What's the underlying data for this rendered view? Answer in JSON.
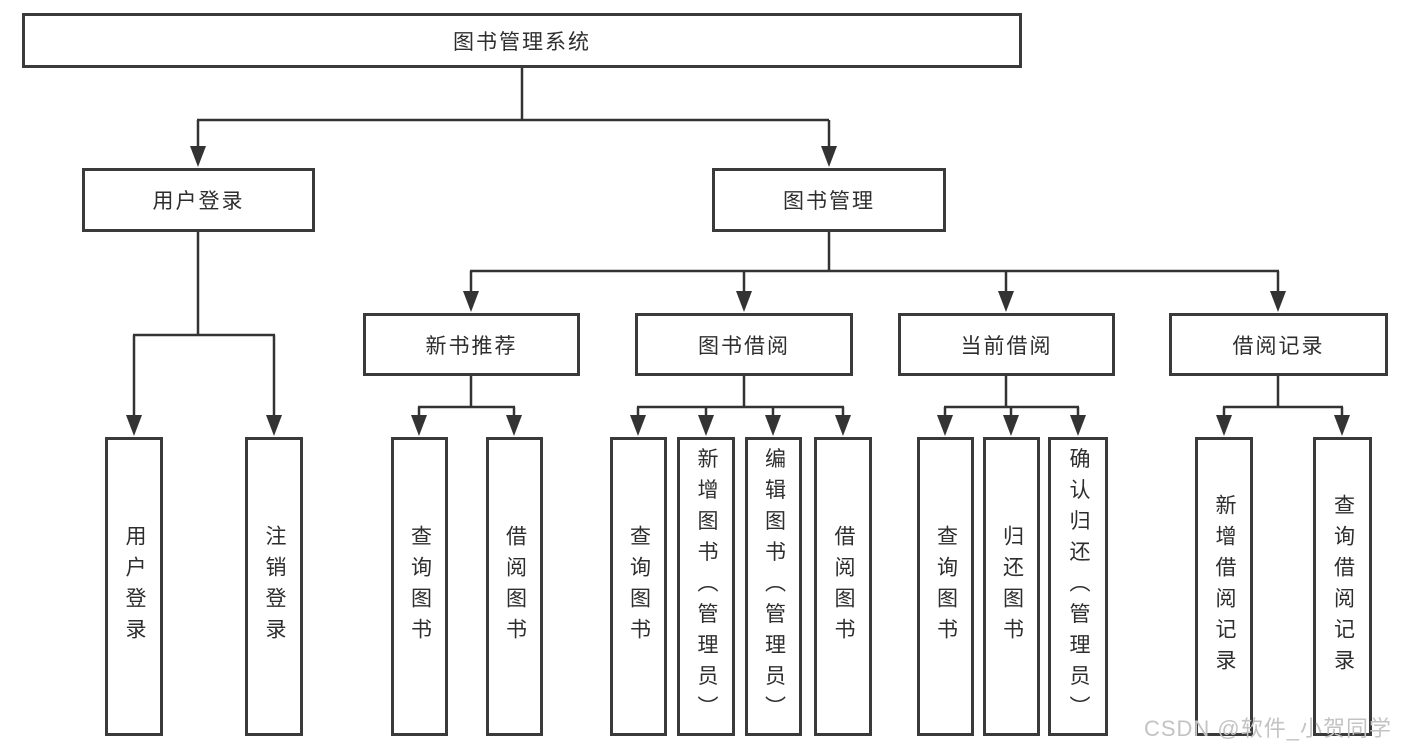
{
  "diagram": {
    "root": {
      "label": "图书管理系统"
    },
    "branches": [
      {
        "label": "用户登录",
        "children": [
          {
            "label": "用户登录"
          },
          {
            "label": "注销登录"
          }
        ]
      },
      {
        "label": "图书管理",
        "children": [
          {
            "label": "新书推荐",
            "children": [
              {
                "label": "查询图书"
              },
              {
                "label": "借阅图书"
              }
            ]
          },
          {
            "label": "图书借阅",
            "children": [
              {
                "label": "查询图书"
              },
              {
                "label": "新增图书（管理员）"
              },
              {
                "label": "编辑图书（管理员）"
              },
              {
                "label": "借阅图书"
              }
            ]
          },
          {
            "label": "当前借阅",
            "children": [
              {
                "label": "查询图书"
              },
              {
                "label": "归还图书"
              },
              {
                "label": "确认归还（管理员）"
              }
            ]
          },
          {
            "label": "借阅记录",
            "children": [
              {
                "label": "新增借阅记录"
              },
              {
                "label": "查询借阅记录"
              }
            ]
          }
        ]
      }
    ]
  },
  "watermark": {
    "text": "CSDN @软件_小贺同学"
  },
  "colors": {
    "line": "#333333",
    "box_border": "#3a3a3a",
    "text": "#2e2e2e",
    "watermark": "#c3c3c3",
    "background": "#ffffff"
  }
}
